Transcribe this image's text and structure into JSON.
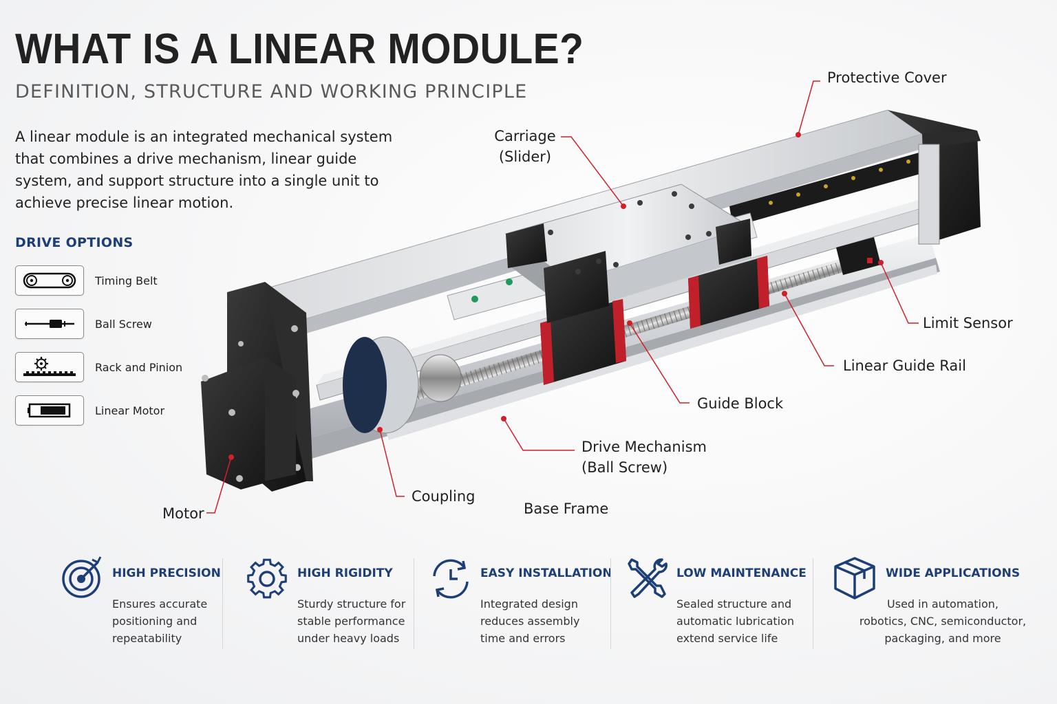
{
  "header": {
    "title": "WHAT IS A LINEAR MODULE?",
    "subtitle": "DEFINITION, STRUCTURE AND WORKING PRINCIPLE"
  },
  "intro": "A linear module is an integrated mechanical system that combines a drive mechanism, linear guide system, and support structure into a single unit to achieve precise linear motion.",
  "drive_options": {
    "heading": "DRIVE OPTIONS",
    "items": [
      {
        "label": "Timing Belt",
        "icon": "timing-belt-icon"
      },
      {
        "label": "Ball Screw",
        "icon": "ball-screw-icon"
      },
      {
        "label": "Rack and Pinion",
        "icon": "rack-pinion-icon"
      },
      {
        "label": "Linear Motor",
        "icon": "linear-motor-icon"
      }
    ]
  },
  "callouts": {
    "protective_cover": "Protective Cover",
    "carriage_line1": "Carriage",
    "carriage_line2": "(Slider)",
    "limit_sensor": "Limit Sensor",
    "linear_guide_rail": "Linear Guide Rail",
    "guide_block": "Guide Block",
    "drive_mechanism_line1": "Drive Mechanism",
    "drive_mechanism_line2": "(Ball Screw)",
    "coupling": "Coupling",
    "base_frame": "Base Frame",
    "motor": "Motor"
  },
  "features": [
    {
      "title": "HIGH PRECISION",
      "desc": "Ensures accurate\npositioning and\nrepeatability",
      "icon": "target-icon"
    },
    {
      "title": "HIGH RIGIDITY",
      "desc": "Sturdy structure for\nstable performance\nunder heavy loads",
      "icon": "gear-icon"
    },
    {
      "title": "EASY INSTALLATION",
      "desc": "Integrated design\nreduces assembly\ntime and errors",
      "icon": "clock-cycle-icon"
    },
    {
      "title": "LOW MAINTENANCE",
      "desc": "Sealed structure and\nautomatic lubrication\nextend service life",
      "icon": "tools-icon"
    },
    {
      "title": "WIDE APPLICATIONS",
      "desc": "Used in automation,\nrobotics, CNC, semiconductor,\npackaging, and more",
      "icon": "box-icon"
    }
  ],
  "colors": {
    "accent_blue": "#1d3f76",
    "leader_red": "#d0202a",
    "frame_black": "#1e1e1e",
    "aluminum": "#c9ccd0"
  }
}
